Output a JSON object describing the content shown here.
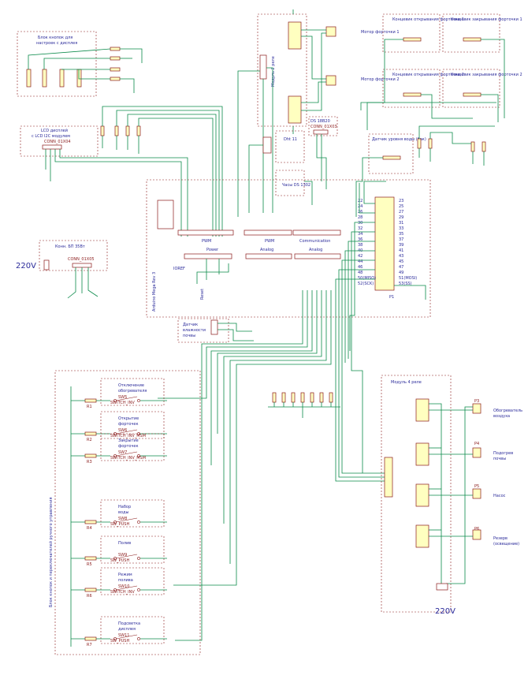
{
  "blocks": {
    "settings_buttons": {
      "title_line1": "Блок кнопок для",
      "title_line2": "настроек с дисплея"
    },
    "lcd": {
      "title_line1": "LCD дисплей",
      "title_line2": "с LCD I2C модулем",
      "conn": "CONN_01X04"
    },
    "psu": {
      "title": "Конн. БП 35Вт",
      "conn": "CONN_01X05",
      "voltage": "220V"
    },
    "relay2": {
      "title": "Модуль 2 реле",
      "motor1": "Мотор\nфорточки 1",
      "motor2": "Мотор\nфорточки 2"
    },
    "limit": {
      "open1": "Концевик открывания форточки 1",
      "close1": "Концевик закрывания форточки 1",
      "open2": "Концевик открывания форточки 2",
      "close2": "Концевик закрывания форточки 2"
    },
    "ds18b20": {
      "title": "DS 18B20",
      "conn": "CONN_01X03"
    },
    "dht11": {
      "title": "Dht 11"
    },
    "rtc": {
      "title": "Часы DS 1302"
    },
    "light": {
      "title": "Датчик уровня воды (бак)"
    },
    "arduino": {
      "title": "Arduino Mega Rev 3"
    },
    "soil": {
      "title_line1": "Датчик",
      "title_line2": "влажности",
      "title_line3": "почвы"
    },
    "relay4": {
      "title": "Модуль 4 реле",
      "voltage": "220V"
    },
    "manual": {
      "title": "Блок кнопок и переключателей ручного управления"
    }
  },
  "arduino_headers": {
    "pwm1": "PWM",
    "pwm2": "PWM",
    "comm": "Communication",
    "power": "Power",
    "analog1": "Analog",
    "analog2": "Analog",
    "ioref": "IOREF",
    "reset": "Reset"
  },
  "relay4_loads": [
    {
      "label_line1": "Обогреватель",
      "label_line2": "воздуха",
      "conn": "P3"
    },
    {
      "label_line1": "Подогрев",
      "label_line2": "почвы",
      "conn": "P4"
    },
    {
      "label_line1": "Насос",
      "label_line2": "",
      "conn": "P5"
    },
    {
      "label_line1": "Резерв",
      "label_line2": "(освещение)",
      "conn": "P6"
    }
  ],
  "manual_items": [
    {
      "label_line1": "Отключение",
      "label_line2": "обогревателя",
      "part": "SW5",
      "type": "SWITCH_INV"
    },
    {
      "label_line1": "Открытие",
      "label_line2": "форточек",
      "part": "SW6",
      "type": "SWITCH_INV_MSM"
    },
    {
      "label_line1": "Закрытие",
      "label_line2": "форточек",
      "part": "SW7",
      "type": "SWITCH_INV_MSM"
    },
    {
      "label_line1": "Набор",
      "label_line2": "воды",
      "part": "SW8",
      "type": "SW_PUSH"
    },
    {
      "label_line1": "Полив",
      "label_line2": "",
      "part": "SW9",
      "type": "SW_PUSH"
    },
    {
      "label_line1": "Режим",
      "label_line2": "полива",
      "part": "SW10",
      "type": "SWITCH_INV"
    },
    {
      "label_line1": "Подсветка",
      "label_line2": "дисплея",
      "part": "SW11",
      "type": "SW_PUSH"
    }
  ],
  "resistors_manual": [
    "R1",
    "R2",
    "R3",
    "R4",
    "R5",
    "R6",
    "R7"
  ],
  "mega_pins_left": [
    "22",
    "24",
    "26",
    "28",
    "30",
    "32",
    "34",
    "36",
    "38",
    "40",
    "42",
    "44",
    "46",
    "48",
    "50(MISO)",
    "52(SCK)"
  ],
  "mega_pins_right": [
    "23",
    "25",
    "27",
    "29",
    "31",
    "33",
    "35",
    "37",
    "39",
    "41",
    "43",
    "45",
    "47",
    "49",
    "51(MOSI)",
    "53(SS)"
  ],
  "colors": {
    "wire": "#0a8a4a",
    "part": "#8a1a1a",
    "text": "#2a2a9a",
    "fill": "#ffffc0"
  }
}
